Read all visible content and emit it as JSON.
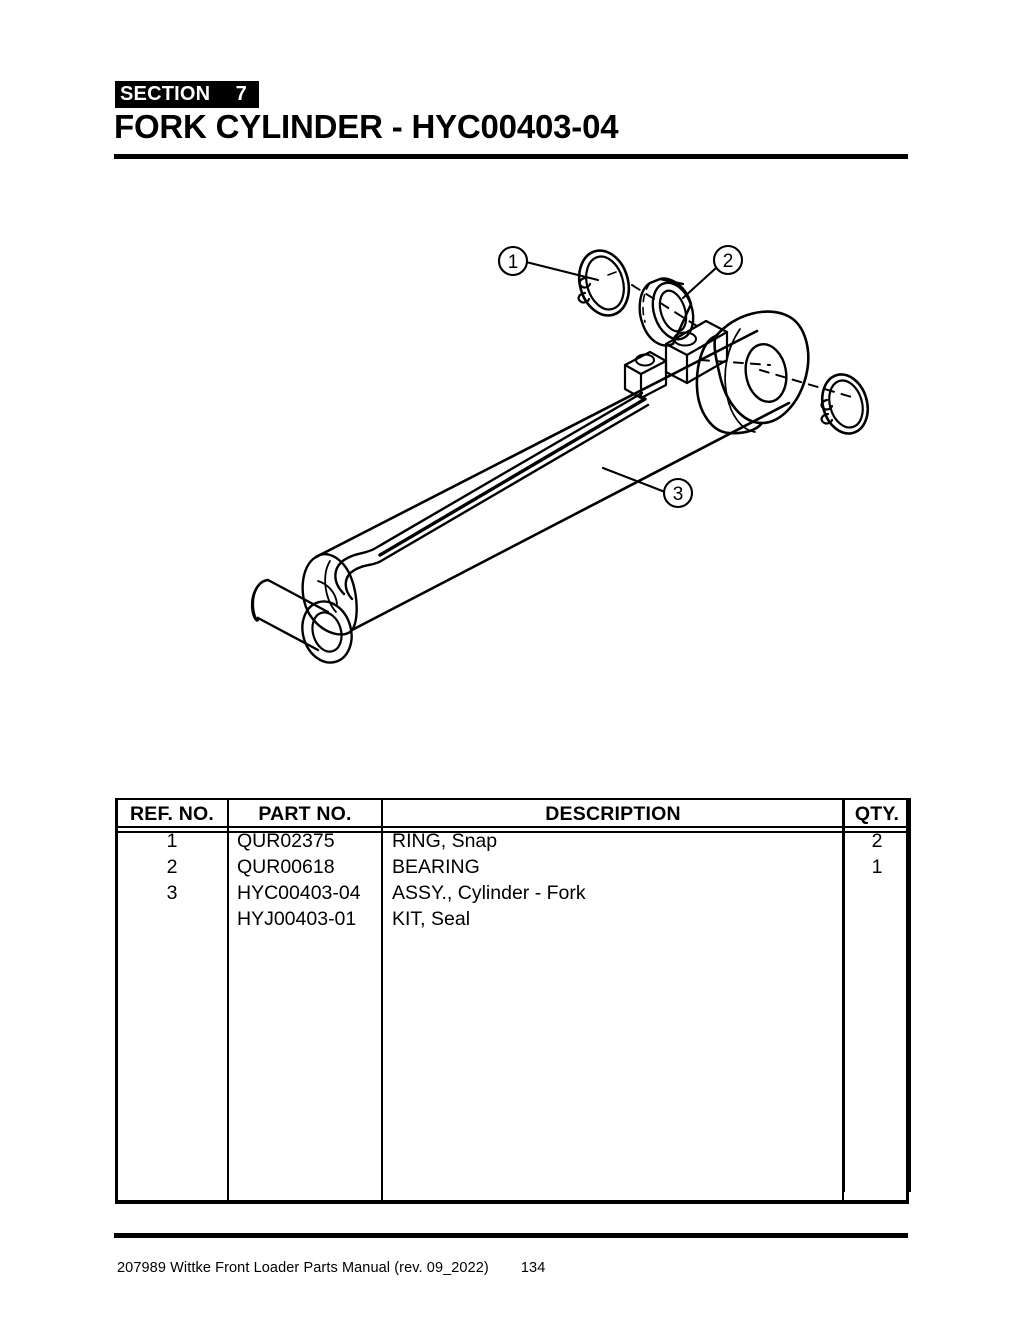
{
  "header": {
    "section_word": "SECTION",
    "section_number": "7",
    "title": "FORK CYLINDER - HYC00403-04"
  },
  "illustration": {
    "alt": "Exploded isometric view of fork hydraulic cylinder assembly",
    "callouts": [
      {
        "number": "1",
        "target": "snap-ring-left"
      },
      {
        "number": "2",
        "target": "bearing-bushing"
      },
      {
        "number": "3",
        "target": "cylinder-barrel"
      }
    ],
    "components": [
      "snap-ring-left",
      "snap-ring-right",
      "bearing-bushing",
      "cylinder-barrel",
      "rod-end-clevis",
      "butt-end-cross-tube",
      "hydraulic-port-block-1",
      "hydraulic-port-block-2",
      "hydraulic-tube"
    ]
  },
  "table": {
    "columns": [
      "REF. NO.",
      "PART NO.",
      "DESCRIPTION",
      "QTY."
    ],
    "rows": [
      {
        "ref": "1",
        "part": "QUR02375",
        "desc": "RING, Snap",
        "qty": "2"
      },
      {
        "ref": "2",
        "part": "QUR00618",
        "desc": "BEARING",
        "qty": "1"
      },
      {
        "ref": "3",
        "part": "HYC00403-04",
        "desc": "ASSY., Cylinder - Fork",
        "qty": ""
      },
      {
        "ref": "",
        "part": "HYJ00403-01",
        "desc": "KIT, Seal",
        "qty": ""
      },
      {
        "ref": "",
        "part": "",
        "desc": "",
        "qty": ""
      },
      {
        "ref": "",
        "part": "",
        "desc": "",
        "qty": ""
      },
      {
        "ref": "",
        "part": "",
        "desc": "",
        "qty": ""
      },
      {
        "ref": "",
        "part": "",
        "desc": "",
        "qty": ""
      },
      {
        "ref": "",
        "part": "",
        "desc": "",
        "qty": ""
      },
      {
        "ref": "",
        "part": "",
        "desc": "",
        "qty": ""
      },
      {
        "ref": "",
        "part": "",
        "desc": "",
        "qty": ""
      },
      {
        "ref": "",
        "part": "",
        "desc": "",
        "qty": ""
      },
      {
        "ref": "",
        "part": "",
        "desc": "",
        "qty": ""
      },
      {
        "ref": "",
        "part": "",
        "desc": "",
        "qty": ""
      }
    ]
  },
  "footer": {
    "document": "207989 Wittke Front Loader Parts Manual (rev. 09_2022)",
    "page_number": "134"
  },
  "colors": {
    "ink": "#000000",
    "paper": "#ffffff"
  }
}
